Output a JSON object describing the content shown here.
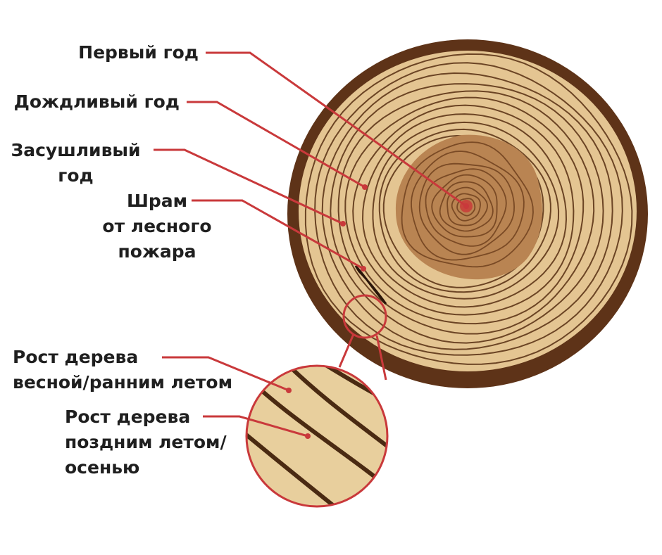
{
  "labels": {
    "first_year": "Первый год",
    "rainy_year": "Дождливый год",
    "dry_year": [
      "Засушливый",
      "год"
    ],
    "fire_scar": [
      "Шрам",
      "от лесного",
      "пожара"
    ],
    "spring_growth": [
      "Рост дерева",
      "весной/ранним летом"
    ],
    "late_growth": [
      "Рост дерева",
      "поздним летом/",
      "осенью"
    ]
  },
  "colors": {
    "bark": "#5e3318",
    "sapwood": "#e4c592",
    "heartwood": "#b98452",
    "heart_center": "#a46a3b",
    "ring_line": "#6b4424",
    "pointer": "#c9393b",
    "text": "#1f1f1f"
  }
}
